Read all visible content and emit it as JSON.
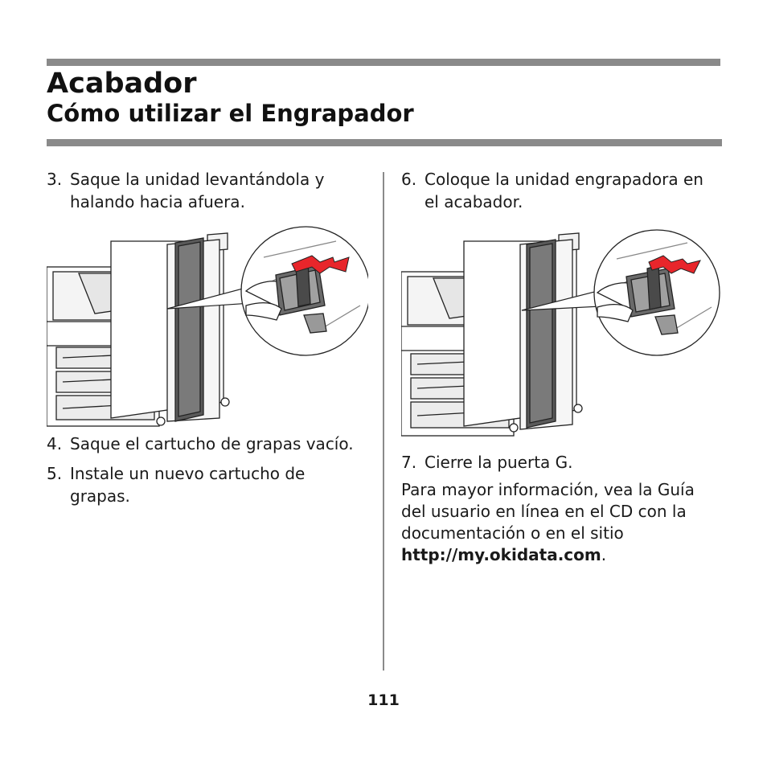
{
  "header": {
    "title": "Acabador",
    "subtitle": "Cómo utilizar el Engrapador"
  },
  "left_column": {
    "step3": {
      "num": "3.",
      "text": "Saque la unidad levantándola y halando hacia afuera."
    },
    "step4": {
      "num": "4.",
      "text": "Saque el cartucho de grapas vacío."
    },
    "step5": {
      "num": "5.",
      "text": "Instale un nuevo cartucho de grapas."
    }
  },
  "right_column": {
    "step6": {
      "num": "6.",
      "text": "Coloque la unidad engrapadora en el acabador."
    },
    "step7": {
      "num": "7.",
      "text": "Cierre la puerta G."
    },
    "info": {
      "text": "Para mayor información, vea la Guía del usuario en línea en el CD con la documentación o en el sitio",
      "link": "http://my.okidata.com",
      "end": "."
    }
  },
  "page_number": "111",
  "colors": {
    "rule": "#8a8a8a",
    "arrow": "#e8262b"
  }
}
